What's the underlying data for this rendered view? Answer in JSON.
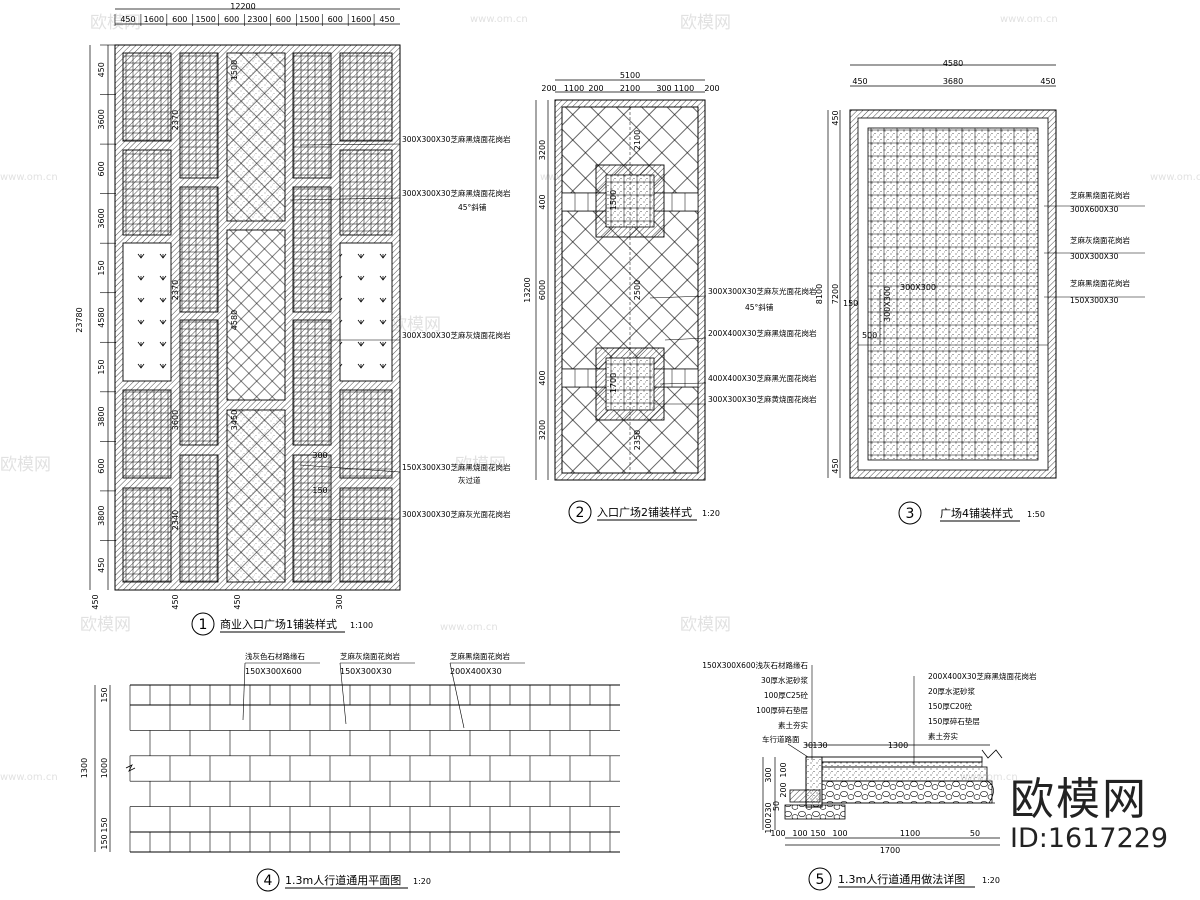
{
  "drawing_1": {
    "caption_number": "1",
    "caption": "商业入口广场1铺装样式",
    "scale": "1:100",
    "top_total": "12200",
    "top_dims": [
      "450",
      "1600",
      "600",
      "1500",
      "600",
      "2300",
      "600",
      "1500",
      "600",
      "1600",
      "450"
    ],
    "left_total": "23780",
    "left_dims": [
      "450",
      "3600",
      "600",
      "3600",
      "150",
      "4580",
      "150",
      "3800",
      "600",
      "3800",
      "450"
    ],
    "bottom_dims": [
      "450",
      "450",
      "300"
    ],
    "inner_dims": [
      "2370",
      "2370",
      "2340",
      "1500",
      "4580",
      "3450",
      "3600",
      "300",
      "150"
    ],
    "notes": [
      "300X300X30芝麻黑烧面花岗岩",
      "300X300X30芝麻黑烧面花岗岩",
      "45°斜铺",
      "300X300X30芝麻灰烧面花岗岩",
      "150X300X30芝麻黑烧面花岗岩",
      "灰过道",
      "300X300X30芝麻灰光面花岗岩"
    ]
  },
  "drawing_2": {
    "caption_number": "2",
    "caption": "入口广场2铺装样式",
    "scale": "1:20",
    "top_total": "5100",
    "top_dims": [
      "200",
      "1100",
      "200",
      "2100",
      "300",
      "1100",
      "200"
    ],
    "left_total": "13200",
    "left_dims": [
      "3200",
      "400",
      "6000",
      "400",
      "3200"
    ],
    "inner_dims": [
      "2100",
      "1500",
      "2500",
      "1700",
      "2350"
    ],
    "notes": [
      "300X300X30芝麻灰光面花岗岩",
      "45°斜铺",
      "200X400X30芝麻黑烧面花岗岩",
      "400X400X30芝麻黑光面花岗岩",
      "300X300X30芝麻黄烧面花岗岩"
    ]
  },
  "drawing_3": {
    "caption_number": "3",
    "caption": "广场4铺装样式",
    "scale": "1:50",
    "top_total": "4580",
    "top_dims": [
      "450",
      "3680",
      "450"
    ],
    "left_total": "8100",
    "left_dims": [
      "450",
      "7200",
      "450"
    ],
    "inner_dims": [
      "300X300",
      "150",
      "500",
      "300X300"
    ],
    "notes": [
      "芝麻黑烧面花岗岩",
      "300X600X30",
      "芝麻灰烧面花岗岩",
      "300X300X30",
      "芝麻黑烧面花岗岩",
      "150X300X30"
    ]
  },
  "drawing_4": {
    "caption_number": "4",
    "caption": "1.3m人行道通用平面图",
    "scale": "1:20",
    "left_total": "1300",
    "left_dims": [
      "150",
      "1000",
      "150",
      "150"
    ],
    "labels": [
      {
        "title": "浅灰色石材路缘石",
        "size": "150X300X600"
      },
      {
        "title": "芝麻灰烧面花岗岩",
        "size": "150X300X30"
      },
      {
        "title": "芝麻黑烧面花岗岩",
        "size": "200X400X30"
      }
    ]
  },
  "drawing_5": {
    "caption_number": "5",
    "caption": "1.3m人行道通用做法详图",
    "scale": "1:20",
    "left_notes": [
      "150X300X600浅灰石材路缘石",
      "30厚水泥砂浆",
      "100厚C25砼",
      "100厚碎石垫层",
      "素土夯实"
    ],
    "right_notes": [
      "200X400X30芝麻黑烧面花岗岩",
      "20厚水泥砂浆",
      "150厚C20砼",
      "150厚碎石垫层",
      "素土夯实"
    ],
    "side_label": "车行道路面",
    "top_dims": [
      "30",
      "130",
      "1300"
    ],
    "bottom_dims": [
      "100",
      "100",
      "150",
      "100",
      "1100",
      "50"
    ],
    "bottom_total": "1700",
    "left_dims": [
      "300",
      "100",
      "200",
      "50",
      "230",
      "100"
    ]
  },
  "brand": {
    "name": "欧模网",
    "id": "ID:1617229"
  },
  "watermark": {
    "logo": "欧模网",
    "url": "www.om.cn"
  }
}
